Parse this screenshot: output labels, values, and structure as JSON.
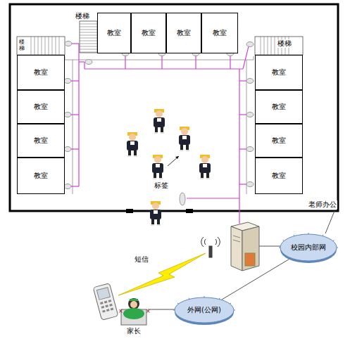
{
  "diagram": {
    "nodes": [
      {
        "text": [
          "教室"
        ]
      },
      {
        "text": [
          "教室"
        ]
      },
      {
        "text": [
          "教室"
        ]
      },
      {
        "text": [
          "教室"
        ]
      },
      {
        "text": [
          "教室"
        ]
      },
      {
        "text": [
          "教室"
        ]
      },
      {
        "text": [
          "教室"
        ]
      },
      {
        "text": [
          "教室"
        ]
      },
      {
        "text": [
          "教室"
        ]
      },
      {
        "text": [
          "教室"
        ]
      },
      {
        "text": [
          "教室"
        ]
      },
      {
        "text": [
          "教室"
        ]
      },
      {
        "text": [
          "校园内部网"
        ]
      },
      {
        "text": [
          "外网(公网)"
        ]
      }
    ],
    "edges": [
      {
        "from": 12,
        "to": 13,
        "arrow": "none"
      }
    ],
    "labels": [
      "楼梯",
      "楼梯",
      "楼梯",
      "标签",
      "短信",
      "老师办公",
      "家长"
    ]
  }
}
